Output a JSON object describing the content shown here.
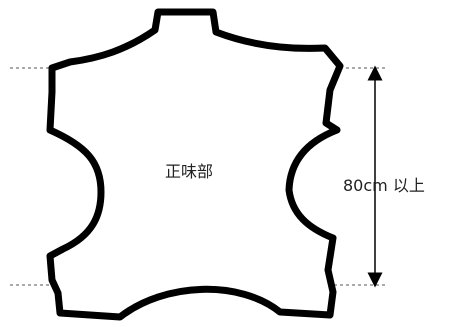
{
  "diagram": {
    "center_label": "正味部",
    "dimension_label": "80cm 以上"
  },
  "colors": {
    "outline": "#000000",
    "guide_line": "#555555",
    "background": "#ffffff"
  },
  "icons": {
    "arrow": "double-headed-vertical-arrow"
  }
}
